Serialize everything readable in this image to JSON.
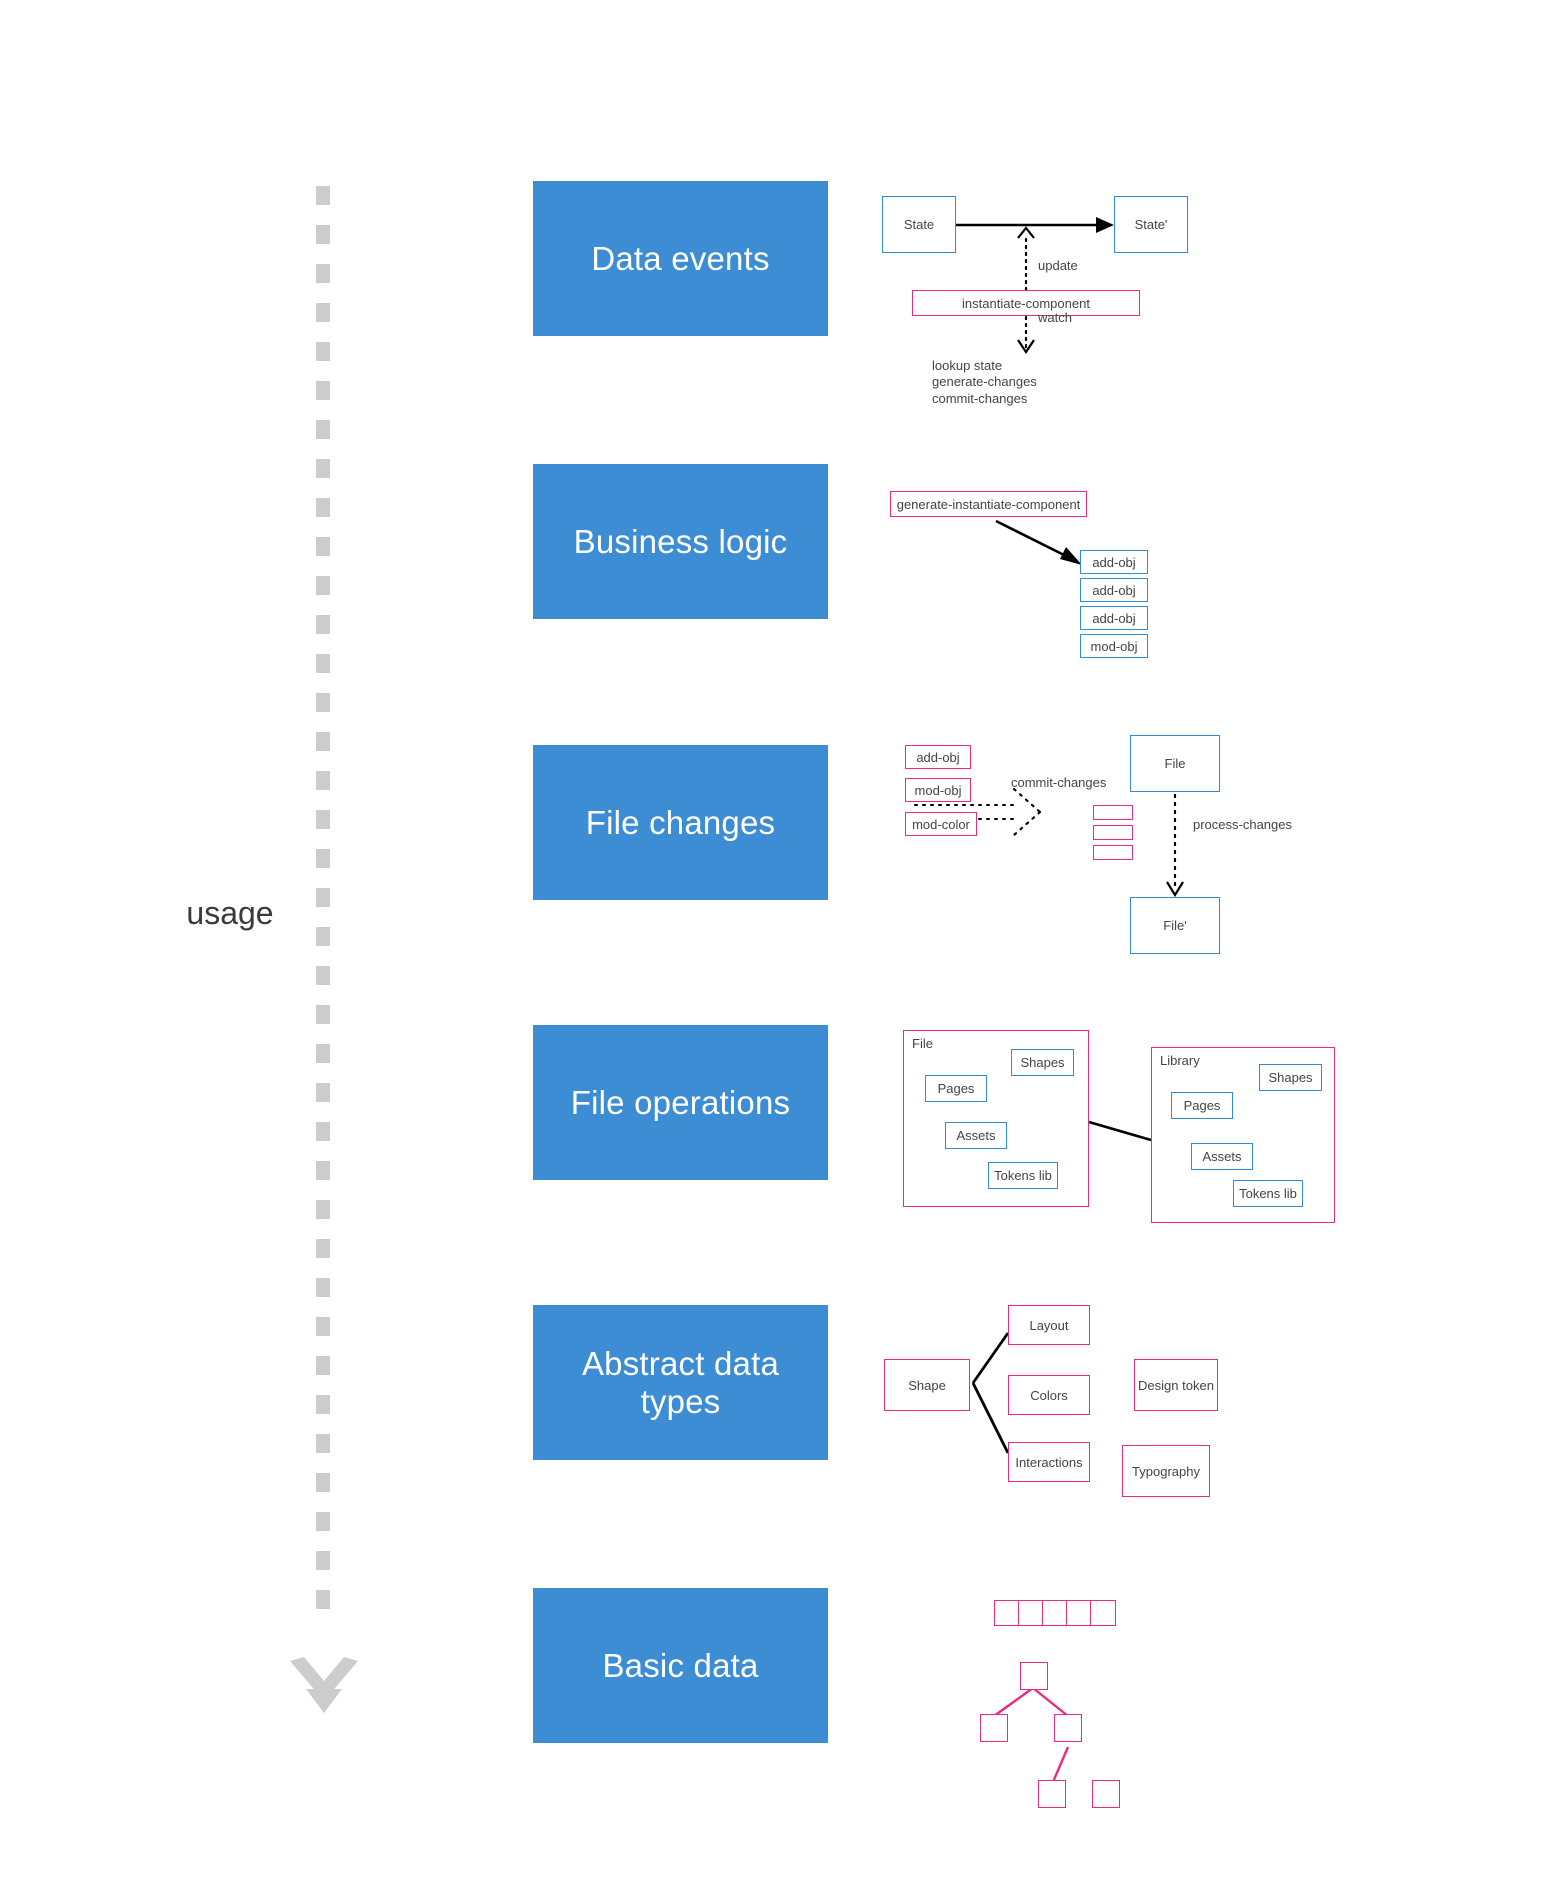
{
  "axis": {
    "label": "usage",
    "arrow_direction": "down",
    "dash_color": "#cccccc"
  },
  "colors": {
    "stage_fill": "#3d8dd4",
    "stage_text": "#ffffff",
    "blue_stroke": "#2f8ed6",
    "pink_stroke": "#ec2a7e",
    "text": "#444444",
    "dash": "#cccccc"
  },
  "stages": [
    {
      "id": "data-events",
      "label": "Data events"
    },
    {
      "id": "business-logic",
      "label": "Business logic"
    },
    {
      "id": "file-changes",
      "label": "File changes"
    },
    {
      "id": "file-operations",
      "label": "File operations"
    },
    {
      "id": "abstract-data-types",
      "label": "Abstract data\ntypes",
      "line1": "Abstract data",
      "line2": "types"
    },
    {
      "id": "basic-data",
      "label": "Basic data"
    }
  ],
  "diagrams": {
    "data_events": {
      "nodes": {
        "state": "State",
        "state_prime": "State'",
        "instantiate_component": "instantiate-component"
      },
      "edge_labels": {
        "update": "update",
        "watch": "watch"
      },
      "operations_list": "lookup state\ngenerate-changes\ncommit-changes",
      "operations": [
        "lookup state",
        "generate-changes",
        "commit-changes"
      ]
    },
    "business_logic": {
      "source": "generate-instantiate-component",
      "targets": [
        "add-obj",
        "add-obj",
        "add-obj",
        "mod-obj"
      ]
    },
    "file_changes": {
      "changes": [
        "add-obj",
        "mod-obj",
        "mod-color"
      ],
      "commit_label": "commit-changes",
      "file": "File",
      "file_prime": "File'",
      "process_label": "process-changes",
      "change_bars": 3
    },
    "file_operations": {
      "file_group": {
        "title": "File",
        "items": [
          "Pages",
          "Shapes",
          "Assets",
          "Tokens lib"
        ]
      },
      "library_group": {
        "title": "Library",
        "items": [
          "Pages",
          "Shapes",
          "Assets",
          "Tokens lib"
        ]
      }
    },
    "abstract_data_types": {
      "root": "Shape",
      "children": [
        "Layout",
        "Colors",
        "Interactions"
      ],
      "standalone": [
        "Design token",
        "Typography"
      ]
    },
    "basic_data": {
      "array_cells": 5,
      "tree_nodes": 5
    }
  }
}
